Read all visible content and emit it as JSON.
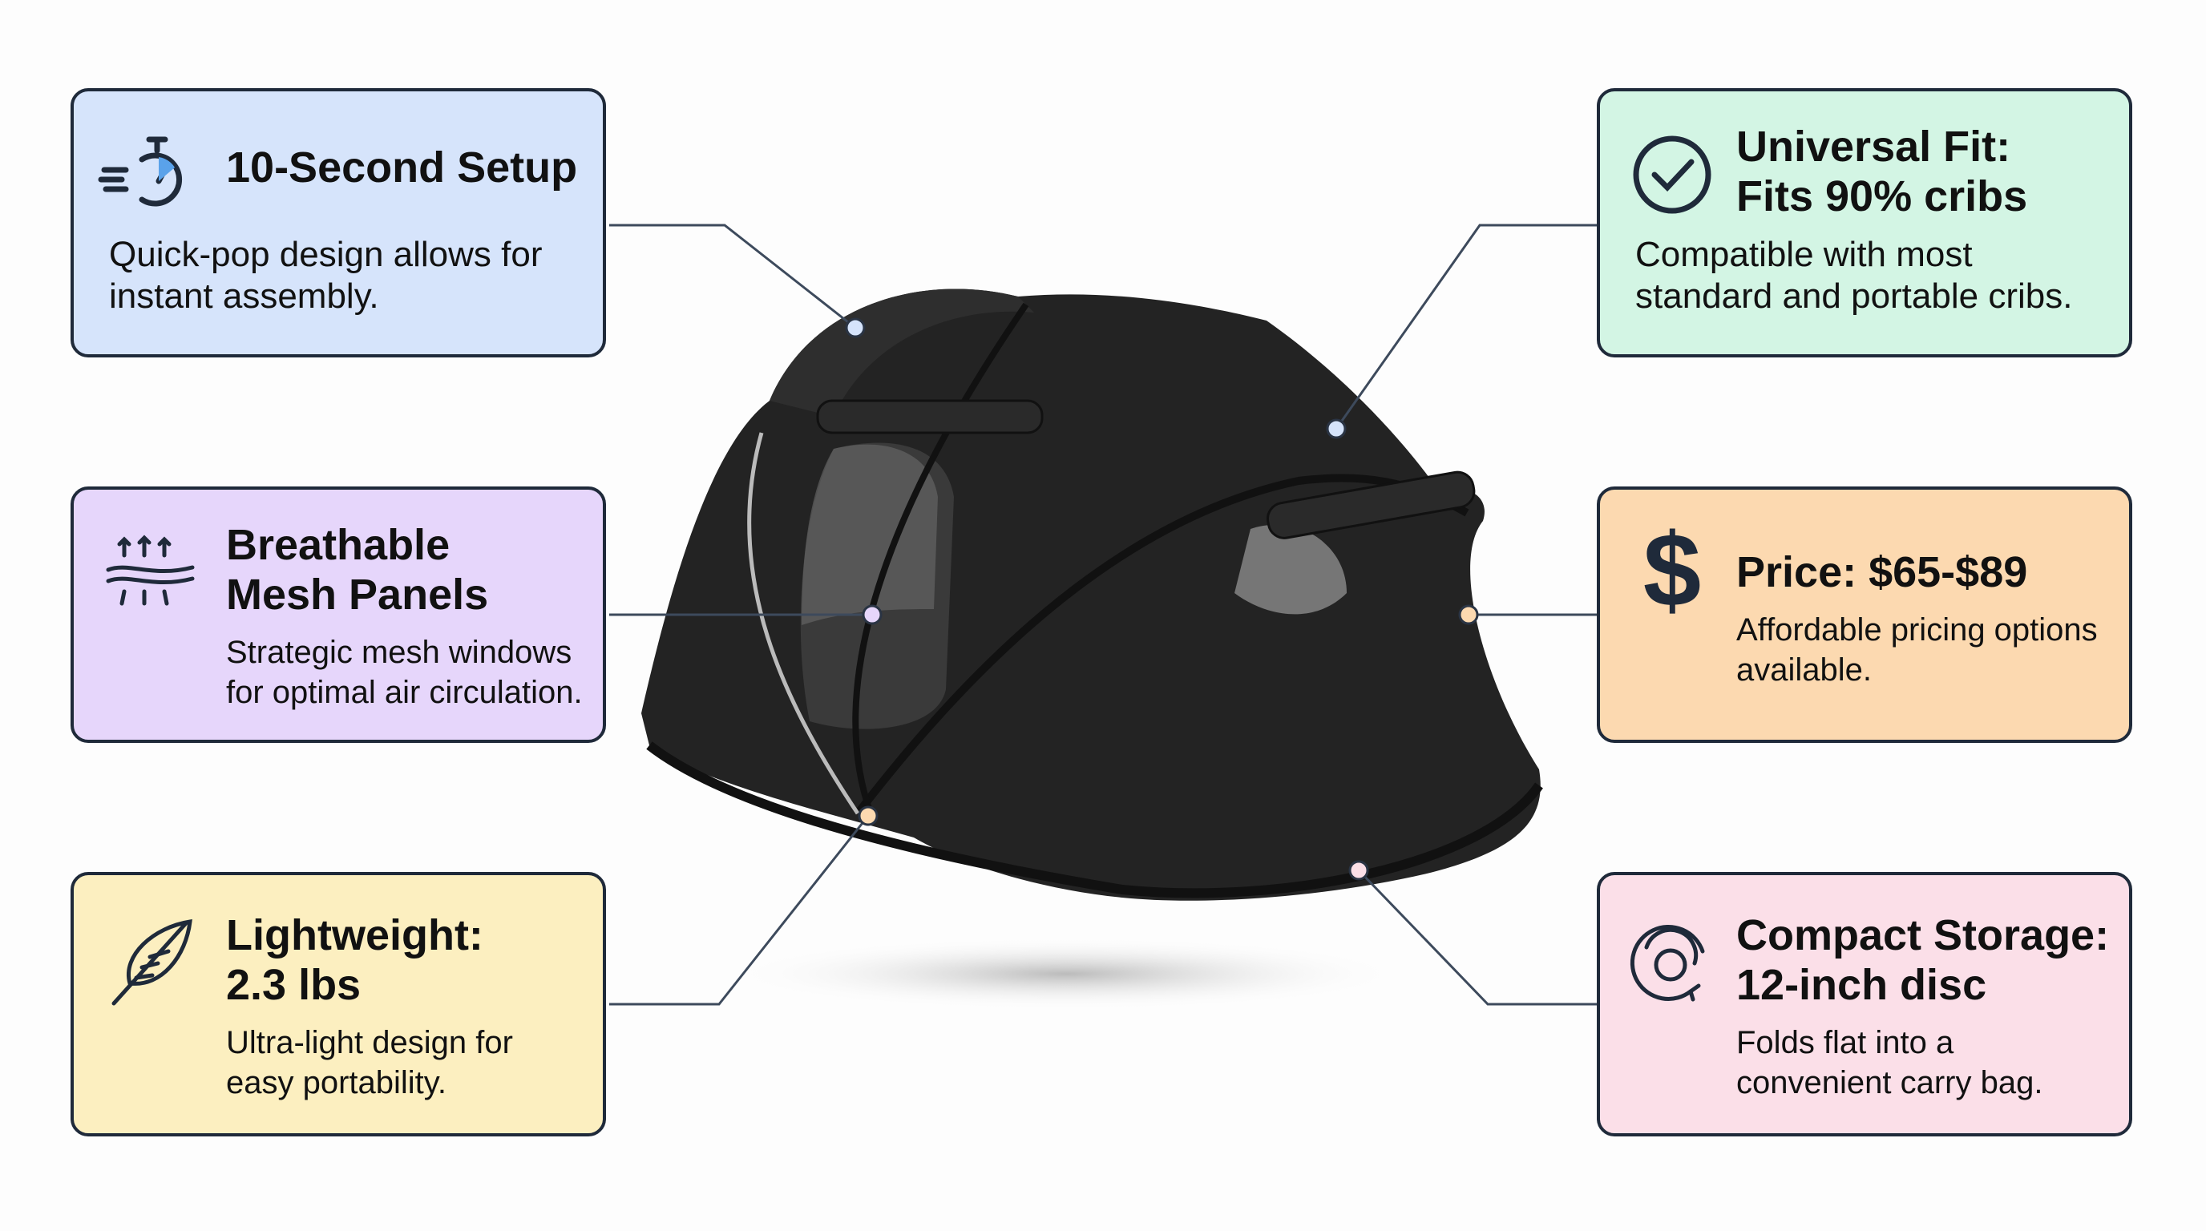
{
  "features": [
    {
      "id": "setup",
      "title_line1": "10-Second Setup",
      "title_line2": "",
      "desc_line1": "Quick-pop design allows for",
      "desc_line2": "instant assembly.",
      "icon": "stopwatch-icon",
      "color": "#d6e4fb"
    },
    {
      "id": "mesh",
      "title_line1": "Breathable",
      "title_line2": "Mesh Panels",
      "desc_line1": "Strategic mesh windows",
      "desc_line2": "for optimal air circulation.",
      "icon": "airflow-icon",
      "color": "#e6d6fb"
    },
    {
      "id": "weight",
      "title_line1": "Lightweight:",
      "title_line2": "2.3 lbs",
      "desc_line1": "Ultra-light design for",
      "desc_line2": "easy portability.",
      "icon": "feather-icon",
      "color": "#fcefc0"
    },
    {
      "id": "fit",
      "title_line1": "Universal Fit:",
      "title_line2": "Fits 90% cribs",
      "desc_line1": "Compatible with most",
      "desc_line2": "standard and portable cribs.",
      "icon": "check-circle-icon",
      "color": "#d3f5e4"
    },
    {
      "id": "price",
      "title_line1": "Price: $65-$89",
      "title_line2": "",
      "desc_line1": "Affordable pricing options",
      "desc_line2": "available.",
      "icon": "dollar-icon",
      "color": "#fcd9b0"
    },
    {
      "id": "storage",
      "title_line1": "Compact Storage:",
      "title_line2": "12-inch disc",
      "desc_line1": "Folds flat into a",
      "desc_line2": "convenient carry bag.",
      "icon": "fold-disc-icon",
      "color": "#fbdfe8"
    }
  ]
}
